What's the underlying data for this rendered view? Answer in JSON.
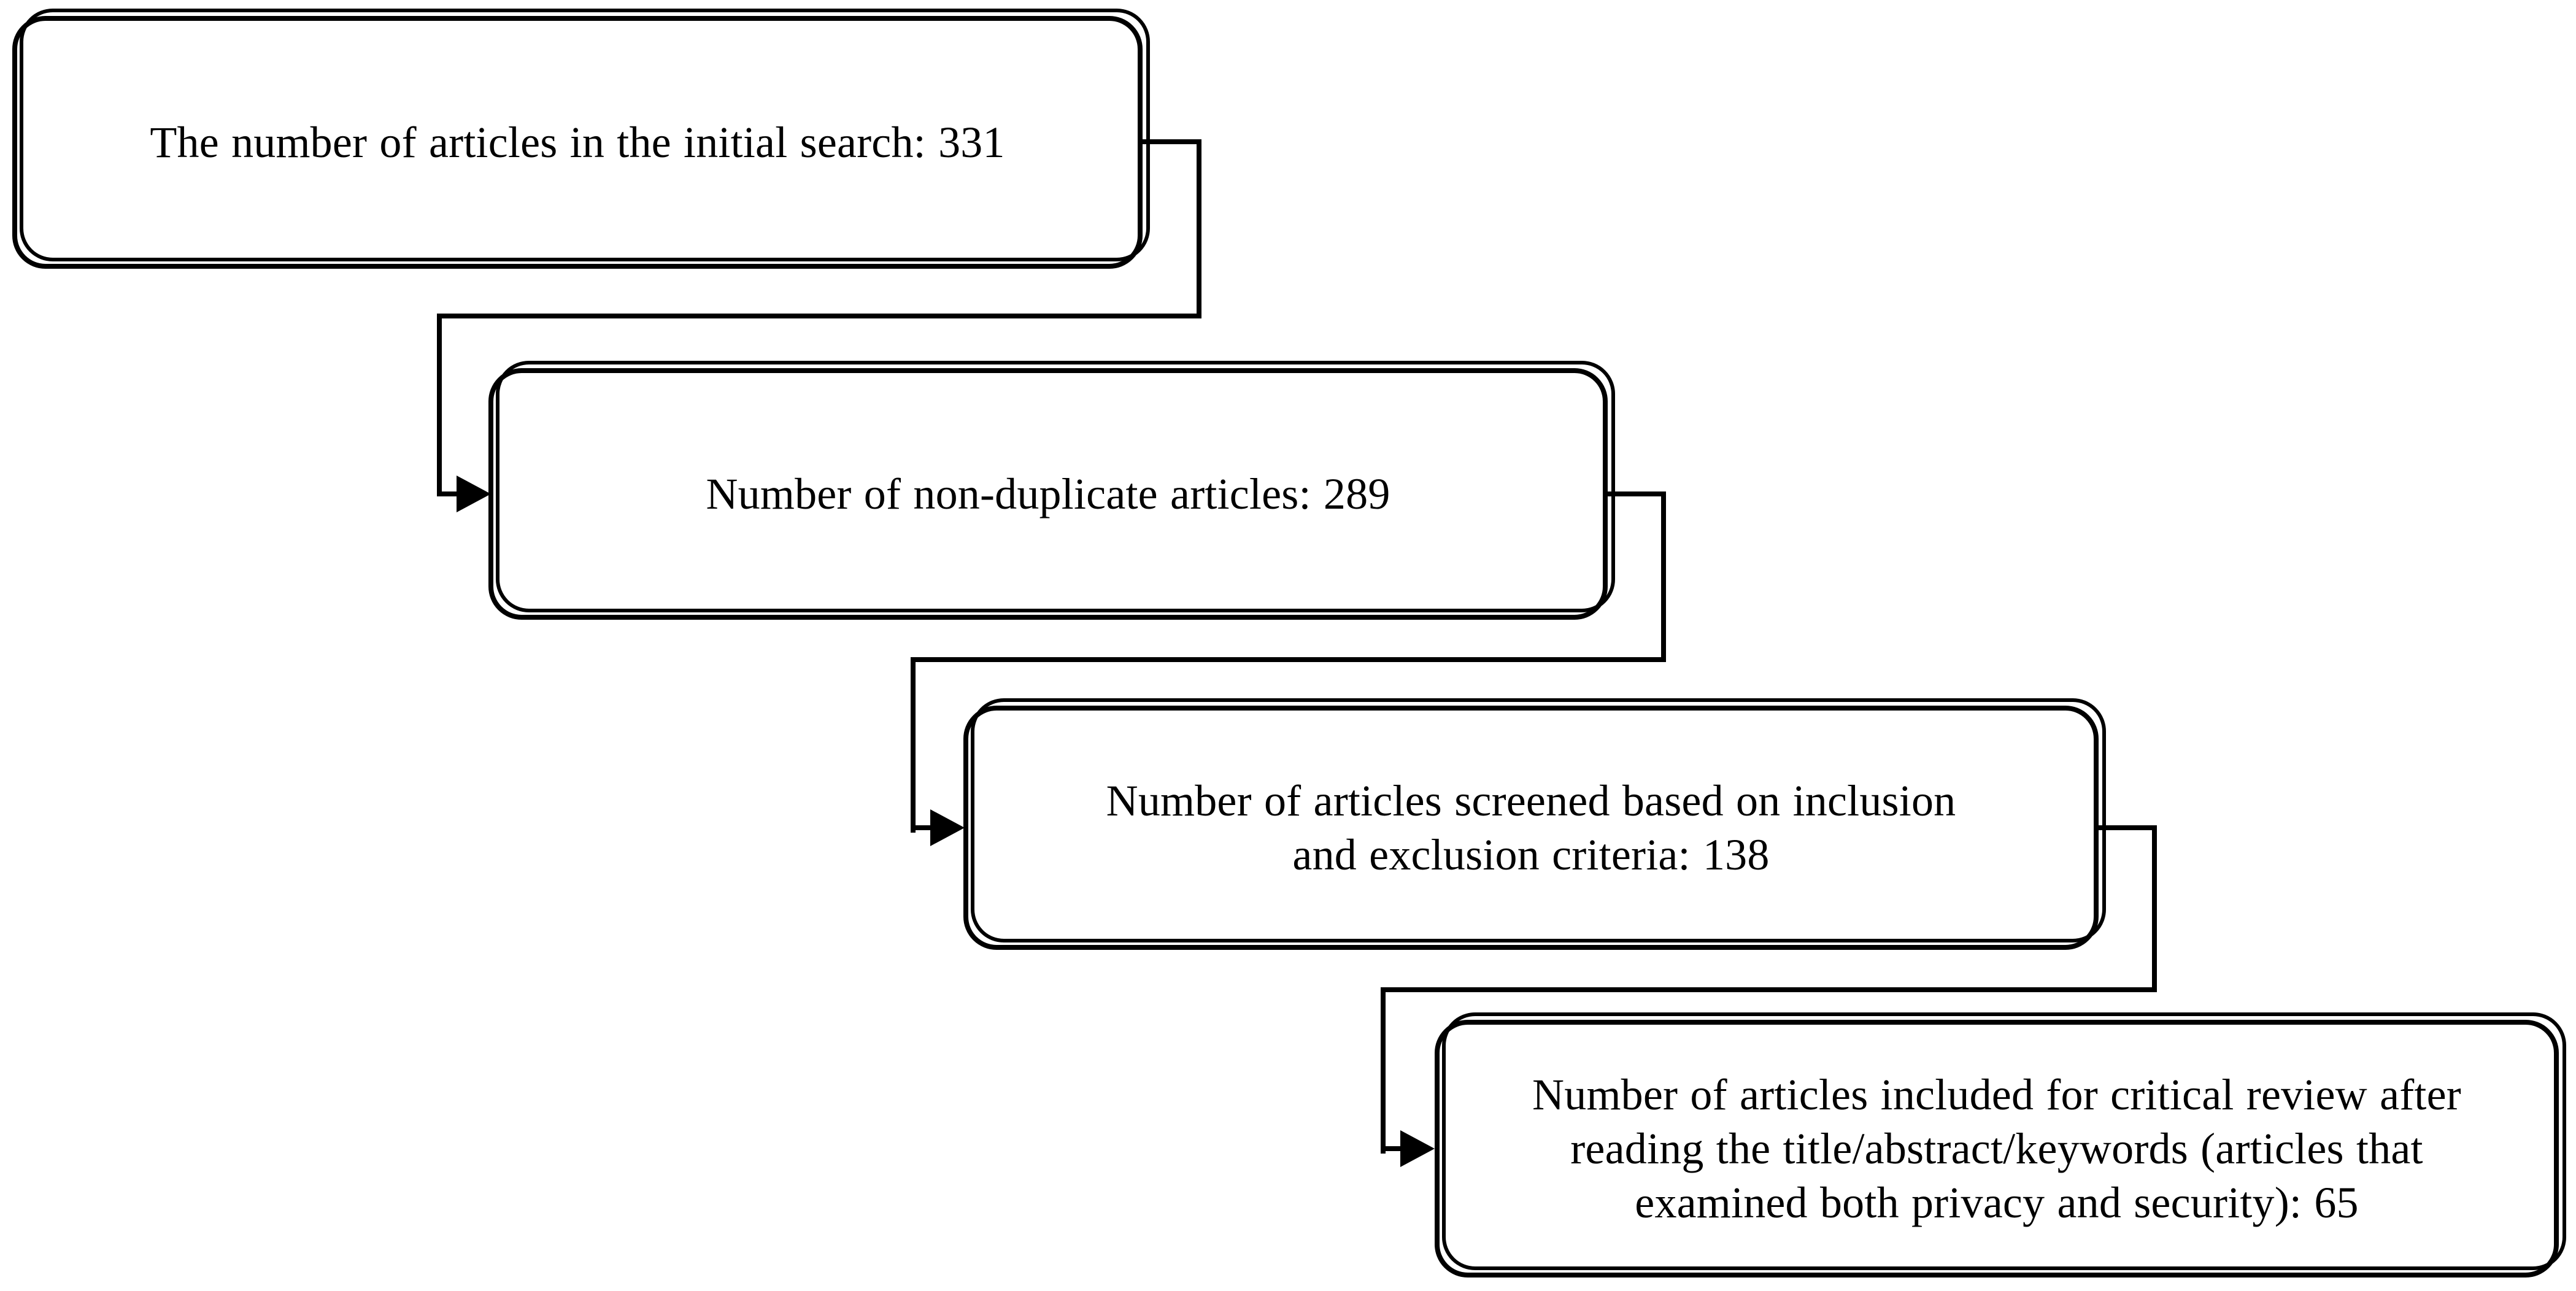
{
  "diagram": {
    "type": "flowchart",
    "background_color": "#ffffff",
    "stroke_color": "#000000",
    "nodes": [
      {
        "id": "initial-search",
        "step": 1,
        "label": "The number of articles in the initial search: 331",
        "lines": [
          "The number of articles in the initial search: 331"
        ],
        "count": 331
      },
      {
        "id": "non-duplicate",
        "step": 2,
        "label": "Number of non-duplicate articles: 289",
        "lines": [
          "Number of non-duplicate articles: 289"
        ],
        "count": 289
      },
      {
        "id": "screened",
        "step": 3,
        "label": "Number of articles screened based on inclusion and exclusion criteria: 138",
        "lines": [
          "Number of articles screened based on inclusion",
          "and exclusion criteria: 138"
        ],
        "count": 138
      },
      {
        "id": "critical-review",
        "step": 4,
        "label": "Number of articles included for critical review after reading the title/abstract/keywords (articles that examined both privacy and security): 65",
        "lines": [
          "Number of articles included for critical review after",
          "reading the title/abstract/keywords (articles that",
          "examined both privacy and security): 65"
        ],
        "count": 65
      }
    ],
    "edges": [
      {
        "from": "initial-search",
        "to": "non-duplicate",
        "style": "elbow-arrow"
      },
      {
        "from": "non-duplicate",
        "to": "screened",
        "style": "elbow-arrow"
      },
      {
        "from": "screened",
        "to": "critical-review",
        "style": "elbow-arrow"
      }
    ]
  }
}
